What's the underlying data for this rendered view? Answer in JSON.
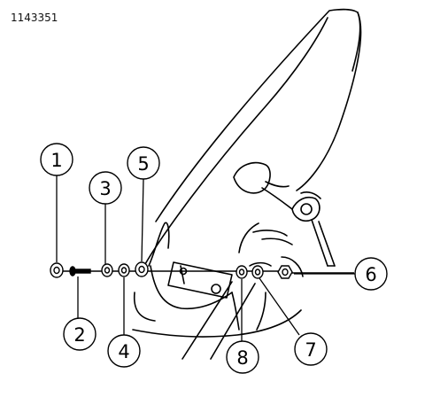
{
  "figure_id": "1143351",
  "callouts": [
    {
      "label": "1"
    },
    {
      "label": "2"
    },
    {
      "label": "3"
    },
    {
      "label": "4"
    },
    {
      "label": "5"
    },
    {
      "label": "6"
    },
    {
      "label": "7"
    },
    {
      "label": "8"
    }
  ]
}
